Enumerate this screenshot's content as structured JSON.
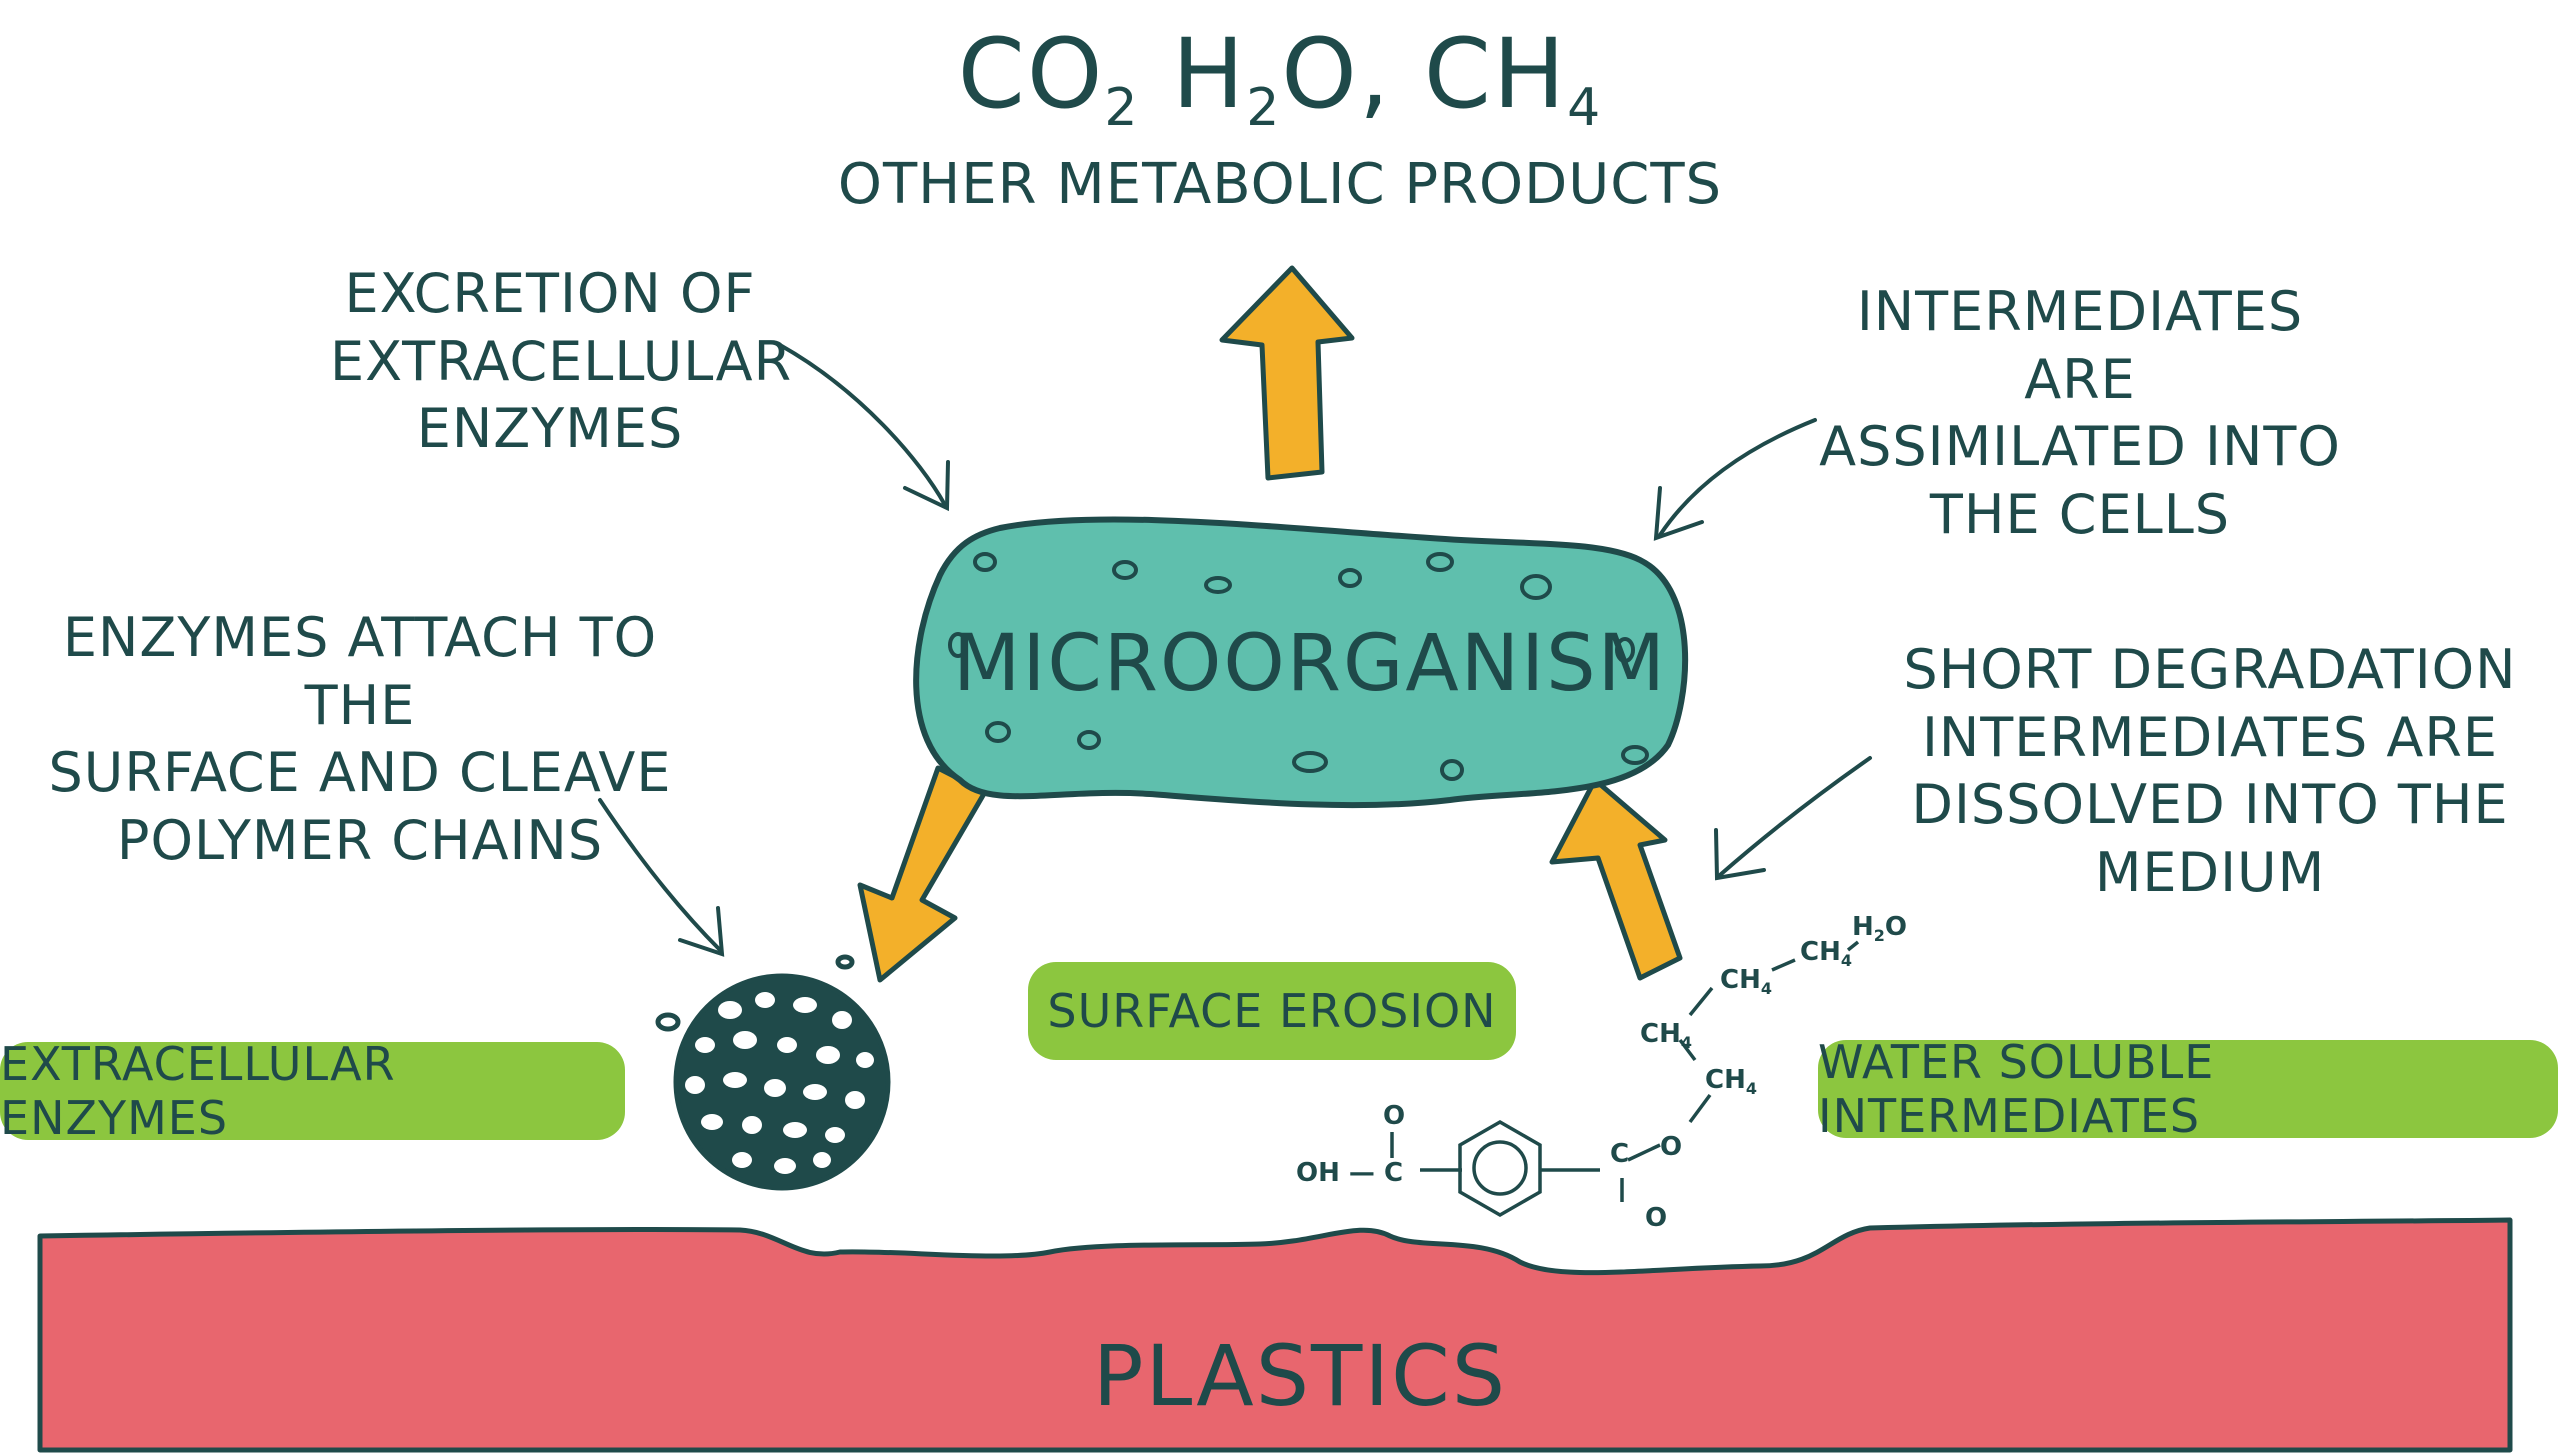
{
  "products": {
    "formula_parts": {
      "co": "CO",
      "co_sub": "2",
      "h": "H",
      "h_sub": "2",
      "o_comma": "O, CH",
      "ch_sub": "4"
    },
    "subtitle": "OTHER METABOLIC PRODUCTS"
  },
  "labels": {
    "excretion": [
      "EXCRETION OF",
      "EXTRACELLULAR",
      "ENZYMES"
    ],
    "assimilated": [
      "INTERMEDIATES ARE",
      "ASSIMILATED INTO",
      "THE CELLS"
    ],
    "enzymes_attach": [
      "ENZYMES ATTACH TO THE",
      "SURFACE AND CLEAVE",
      "POLYMER CHAINS"
    ],
    "short_degradation": [
      "SHORT DEGRADATION",
      "INTERMEDIATES ARE",
      "DISSOLVED INTO THE MEDIUM"
    ]
  },
  "microorganism": "MICROORGANISM",
  "pills": {
    "extracellular": "EXTRACELLULAR ENZYMES",
    "surface_erosion": "SURFACE EROSION",
    "water_soluble": "WATER SOLUBLE INTERMEDIATES"
  },
  "plastics": "PLASTICS",
  "chemistry": {
    "oh_c": "OH — C",
    "o": "O",
    "c": "C",
    "ch4": "CH",
    "sub4": "4",
    "h2o_h": "H",
    "h2o_sub": "2",
    "h2o_o": "O"
  },
  "colors": {
    "text": "#1f4a4a",
    "microbe": "#5fbfad",
    "arrow": "#f3b02a",
    "pill": "#8cc63f",
    "plastic": "#e8666e"
  }
}
